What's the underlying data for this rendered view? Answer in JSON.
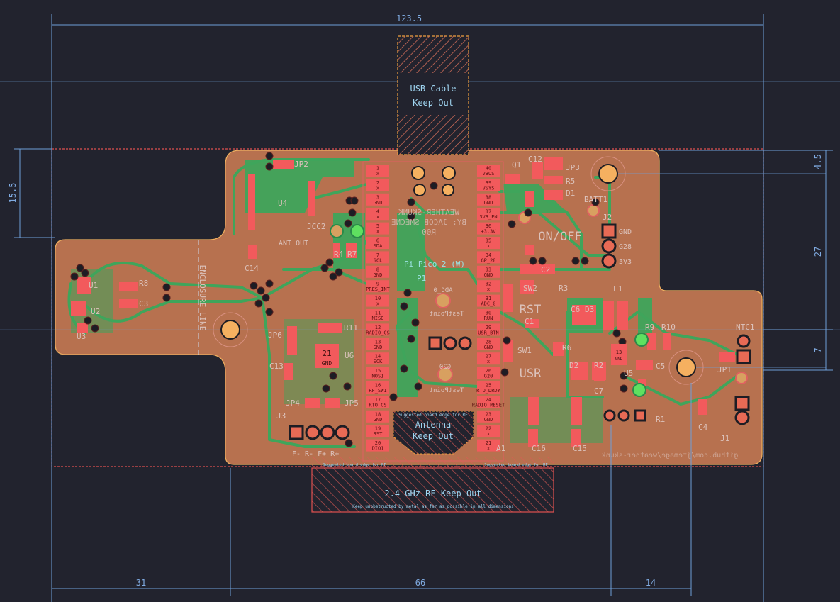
{
  "colors": {
    "background": "#22232e",
    "board_copper": "#b7714f",
    "copper_zone": "#3fa55b",
    "pad": "#f25a5c",
    "edge_cuts": "#e05050",
    "keepout": "#f0a040",
    "dimension": "#6f9fd8",
    "silkscreen": "#dcc2bb"
  },
  "dimensions": {
    "width_total": "123.5",
    "left_height": "15.5",
    "right_top": "4.5",
    "right_mid": "27",
    "right_bottom": "7",
    "bottom_left": "31",
    "bottom_mid": "66",
    "bottom_right": "14"
  },
  "keepouts": {
    "usb_line1": "USB Cable",
    "usb_line2": "Keep Out",
    "antenna_note": "Suggested board edge for RF",
    "antenna_line1": "Antenna",
    "antenna_line2": "Keep Out",
    "rf_title": "2.4 GHz RF Keep Out",
    "rf_note": "Keep unobstructed by metal as far as possible in all dimensions",
    "rf_edge_left": "Suggested board edge for RF",
    "rf_edge_right": "Suggested board edge for RF"
  },
  "board_text": {
    "title1": "WEATHER-SKUNK",
    "title2": "BY: JACOB SMECNE",
    "title3": "R00",
    "pico_label": "Pi Pico 2 (W)",
    "enclosure": "ENCLOSURE LINE",
    "on_off": "ON/OFF",
    "rst": "RST",
    "usr": "USR",
    "github": "github.com/jtemage/weather-skunk",
    "ant_out": "ANT OUT",
    "j3_pins": "F- R- F+ R+",
    "u6_pad_num": "21",
    "u6_pad_name": "GND",
    "u5_pad_num": "13",
    "u5_pad_name": "GND",
    "tp_adc": "ADC_0",
    "tp_g20": "G20",
    "tp_label": "TestPoint",
    "j2_pins": [
      "GND",
      "G28",
      "3V3"
    ]
  },
  "pico_left_pins": [
    {
      "num": "1",
      "name": "x"
    },
    {
      "num": "2",
      "name": "x"
    },
    {
      "num": "3",
      "name": "GND"
    },
    {
      "num": "4",
      "name": "x"
    },
    {
      "num": "5",
      "name": "x"
    },
    {
      "num": "6",
      "name": "SDA"
    },
    {
      "num": "7",
      "name": "SCL"
    },
    {
      "num": "8",
      "name": "GND"
    },
    {
      "num": "9",
      "name": "PRES_INT"
    },
    {
      "num": "10",
      "name": "x"
    },
    {
      "num": "11",
      "name": "MISO"
    },
    {
      "num": "12",
      "name": "RADIO_CS"
    },
    {
      "num": "13",
      "name": "GND"
    },
    {
      "num": "14",
      "name": "SCK"
    },
    {
      "num": "15",
      "name": "MOSI"
    },
    {
      "num": "16",
      "name": "RF_SW1"
    },
    {
      "num": "17",
      "name": "RTO_CS"
    },
    {
      "num": "18",
      "name": "GND"
    },
    {
      "num": "19",
      "name": "RST"
    },
    {
      "num": "20",
      "name": "DIO1"
    }
  ],
  "pico_right_pins": [
    {
      "num": "40",
      "name": "VBUS"
    },
    {
      "num": "39",
      "name": "VSYS"
    },
    {
      "num": "38",
      "name": "GND"
    },
    {
      "num": "37",
      "name": "3V3_EN"
    },
    {
      "num": "36",
      "name": "+3.3V"
    },
    {
      "num": "35",
      "name": "x"
    },
    {
      "num": "34",
      "name": "GP_28"
    },
    {
      "num": "33",
      "name": "GND"
    },
    {
      "num": "32",
      "name": "x"
    },
    {
      "num": "31",
      "name": "ADC_0"
    },
    {
      "num": "30",
      "name": "RUN"
    },
    {
      "num": "29",
      "name": "USR_BTN"
    },
    {
      "num": "28",
      "name": "GND"
    },
    {
      "num": "27",
      "name": "x"
    },
    {
      "num": "26",
      "name": "G20"
    },
    {
      "num": "25",
      "name": "RTO_DRDY"
    },
    {
      "num": "24",
      "name": "RADIO_RESET"
    },
    {
      "num": "23",
      "name": "GND"
    },
    {
      "num": "22",
      "name": "x"
    },
    {
      "num": "21",
      "name": "x"
    }
  ],
  "components": [
    "JP2",
    "U4",
    "C14",
    "JCC2",
    "R4",
    "R7",
    "U1",
    "R8",
    "C3",
    "U2",
    "U3",
    "JP6",
    "R11",
    "U6",
    "C13",
    "JP4",
    "JP5",
    "J3",
    "Q1",
    "C12",
    "JP3",
    "R5",
    "D1",
    "BATT1",
    "J2",
    "C2",
    "SW2",
    "R3",
    "L1",
    "C6",
    "D3",
    "R9",
    "R10",
    "NTC1",
    "C1",
    "SW1",
    "R6",
    "D2",
    "R2",
    "C7",
    "U5",
    "C5",
    "JP1",
    "C4",
    "R1",
    "J1",
    "C16",
    "C15",
    "A1",
    "P1"
  ]
}
